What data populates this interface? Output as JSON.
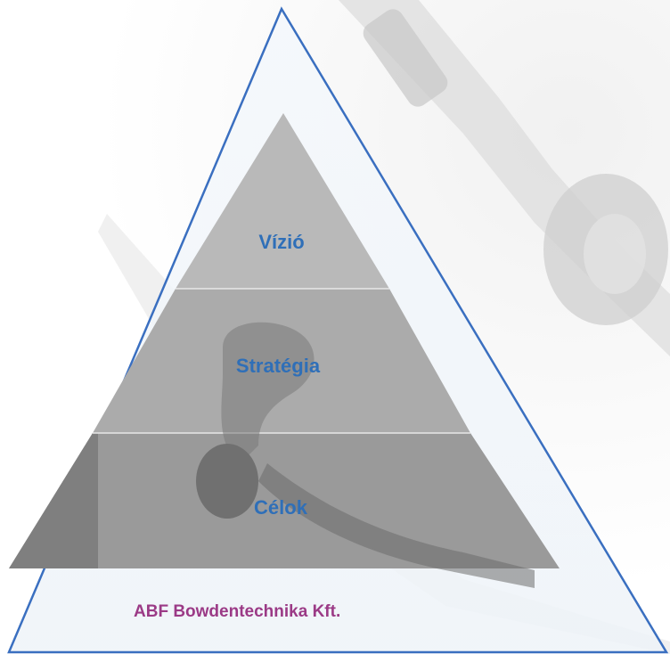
{
  "diagram": {
    "levels": [
      {
        "label": "Vízió"
      },
      {
        "label": "Stratégia"
      },
      {
        "label": "Célok"
      }
    ]
  },
  "footer": {
    "company": "ABF Bowdentechnika Kft."
  },
  "colors": {
    "outline": "#3a6fc0",
    "label_text": "#2f6fb8",
    "company_text": "#9b3a86",
    "level_top": "#b9b9b9",
    "level_middle": "#a9a9a9",
    "level_bottom": "#969696"
  }
}
